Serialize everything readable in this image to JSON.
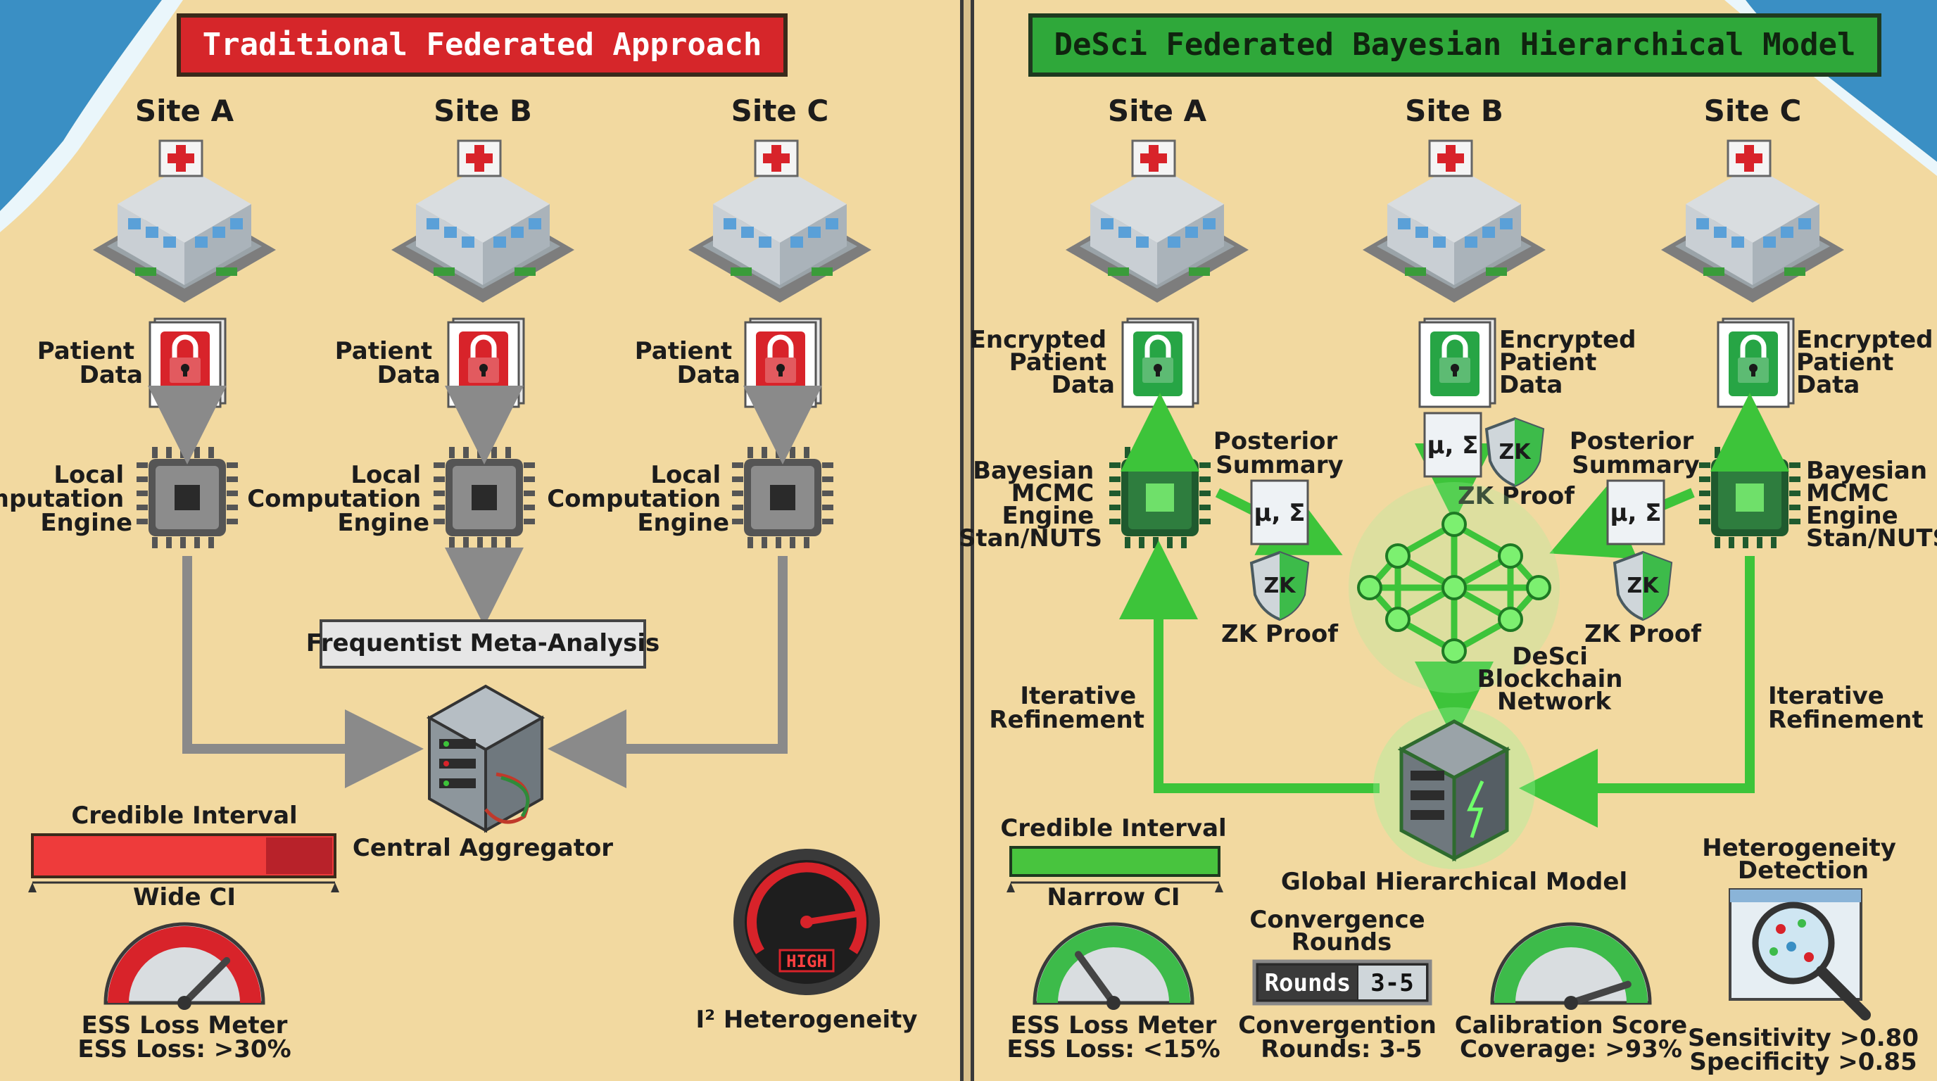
{
  "left_panel": {
    "title": "Traditional Federated Approach",
    "sites": [
      {
        "name": "Site A",
        "data_label": [
          "Patient",
          "Data"
        ],
        "engine_label": [
          "Local",
          "Computation",
          "Engine"
        ]
      },
      {
        "name": "Site B",
        "data_label": [
          "Patient",
          "Data"
        ],
        "engine_label": [
          "Local",
          "Computation",
          "Engine"
        ]
      },
      {
        "name": "Site C",
        "data_label": [
          "Patient",
          "Data"
        ],
        "engine_label": [
          "Local",
          "Computation",
          "Engine"
        ]
      }
    ],
    "meta_analysis": "Frequentist Meta-Analysis",
    "aggregator": "Central Aggregator",
    "credible_interval": {
      "title": "Credible Interval",
      "caption": "Wide CI"
    },
    "ess_meter": {
      "title": "ESS Loss Meter",
      "value": "ESS Loss: >30%",
      "level": 0.75
    },
    "heterogeneity": {
      "badge": "HIGH",
      "label": "I² Heterogeneity",
      "level": 0.8
    }
  },
  "right_panel": {
    "title": "DeSci Federated Bayesian Hierarchical Model",
    "sites": [
      {
        "name": "Site A",
        "data_label": [
          "Encrypted",
          "Patient",
          "Data"
        ],
        "engine_label": [
          "Bayesian",
          "MCMC",
          "Engine",
          "Stan/NUTS"
        ]
      },
      {
        "name": "Site B",
        "data_label": [
          "Encrypted",
          "Patient",
          "Data"
        ]
      },
      {
        "name": "Site C",
        "data_label": [
          "Encrypted",
          "Patient",
          "Data"
        ],
        "engine_label": [
          "Bayesian",
          "MCMC",
          "Engine",
          "Stan/NUTS"
        ]
      }
    ],
    "posterior_summary": [
      "Posterior",
      "Summary"
    ],
    "summary_symbol": "μ, Σ",
    "zk_badge": "ZK",
    "zk_proof": "ZK Proof",
    "network_label": [
      "DeSci",
      "Blockchain",
      "Network"
    ],
    "iterative_refinement": [
      "Iterative",
      "Refinement"
    ],
    "global_model": "Global Hierarchical Model",
    "credible_interval": {
      "title": "Credible Interval",
      "caption": "Narrow CI"
    },
    "ess_meter": {
      "title": "ESS Loss Meter",
      "value": "ESS Loss: <15%",
      "level": 0.3
    },
    "convergence": {
      "title": [
        "Convergence",
        "Rounds"
      ],
      "badge_label": "Rounds",
      "badge_value": "3-5",
      "caption": [
        "Convergention",
        "Rounds: 3-5"
      ]
    },
    "calibration": {
      "title": "Calibration Score",
      "value": "Coverage: >93%",
      "level": 0.9
    },
    "heterogeneity_detection": {
      "title": [
        "Heterogeneity",
        "Detection"
      ],
      "sensitivity": "Sensitivity >0.80",
      "specificity": "Specificity >0.85"
    }
  },
  "colors": {
    "sand": "#f2d9a0",
    "sea": "#3a8fc4",
    "red_banner": "#d6262a",
    "green_banner": "#2fa83a",
    "flow_gray": "#8a8a8a",
    "flow_green": "#3dc43a",
    "lock_red": "#d8232a",
    "lock_green": "#27a545"
  },
  "icons": [
    "hospital-icon",
    "lock-icon",
    "chip-icon",
    "server-icon",
    "gauge-icon",
    "shield-icon",
    "network-icon",
    "magnifier-icon"
  ]
}
